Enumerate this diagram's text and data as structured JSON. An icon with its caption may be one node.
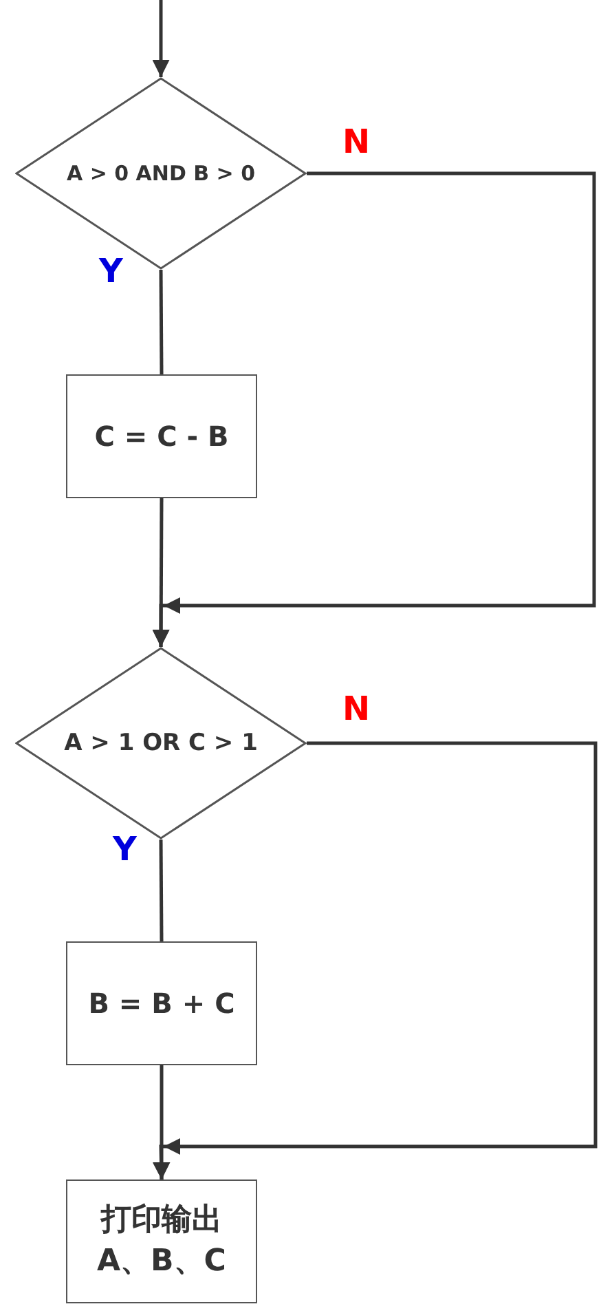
{
  "diagram": {
    "nodes": [
      {
        "text": [
          "A > 0 AND B > 0"
        ]
      },
      {
        "text": [
          "C = C - B"
        ]
      },
      {
        "text": [
          "A > 1 OR C > 1"
        ]
      },
      {
        "text": [
          "B = B + C"
        ]
      },
      {
        "text": [
          "打印输出A、B、C"
        ]
      }
    ],
    "edges": [
      {
        "from": null,
        "to": 0,
        "arrow": "to"
      },
      {
        "from": 0,
        "to": 1,
        "arrow": "none",
        "label": "Y"
      },
      {
        "from": 0,
        "to": 2,
        "arrow": "to",
        "label": "N"
      },
      {
        "from": 1,
        "to": 2,
        "arrow": "to"
      },
      {
        "from": 2,
        "to": 3,
        "arrow": "none",
        "label": "Y"
      },
      {
        "from": 2,
        "to": 4,
        "arrow": "to",
        "label": "N"
      },
      {
        "from": 3,
        "to": 4,
        "arrow": "to"
      }
    ]
  }
}
